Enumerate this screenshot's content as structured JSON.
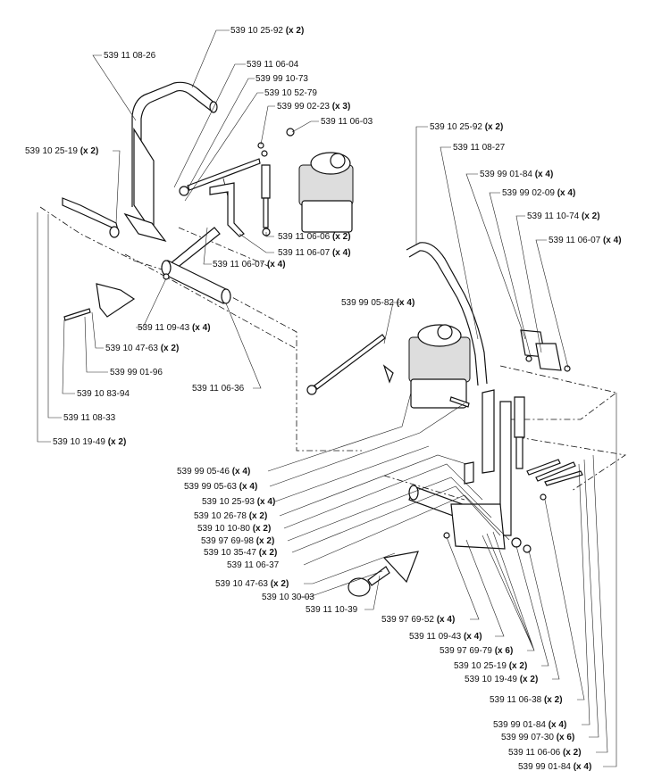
{
  "labels": [
    {
      "part": "539 10 25-92",
      "qty": "(x 2)"
    },
    {
      "part": "539 11 08-26",
      "qty": ""
    },
    {
      "part": "539 11 06-04",
      "qty": ""
    },
    {
      "part": "539 99 10-73",
      "qty": ""
    },
    {
      "part": "539 10 52-79",
      "qty": ""
    },
    {
      "part": "539 99 02-23",
      "qty": "(x 3)"
    },
    {
      "part": "539 11 06-03",
      "qty": ""
    },
    {
      "part": "539 10 25-19",
      "qty": "(x 2)"
    },
    {
      "part": "539 11 06-06",
      "qty": "(x 2)"
    },
    {
      "part": "539 11 06-07",
      "qty": "(x 4)"
    },
    {
      "part": "539 11 06-07",
      "qty": "(x 4)"
    },
    {
      "part": "539 11 09-43",
      "qty": "(x 4)"
    },
    {
      "part": "539 10 47-63",
      "qty": "(x 2)"
    },
    {
      "part": "539 99 01-96",
      "qty": ""
    },
    {
      "part": "539 10 83-94",
      "qty": ""
    },
    {
      "part": "539 11 08-33",
      "qty": ""
    },
    {
      "part": "539 10 19-49",
      "qty": "(x 2)"
    },
    {
      "part": "539 11 06-36",
      "qty": ""
    },
    {
      "part": "539 10 25-92",
      "qty": "(x 2)"
    },
    {
      "part": "539 11 08-27",
      "qty": ""
    },
    {
      "part": "539 99 01-84",
      "qty": "(x 4)"
    },
    {
      "part": "539 99 02-09",
      "qty": "(x 4)"
    },
    {
      "part": "539 11 10-74",
      "qty": "(x 2)"
    },
    {
      "part": "539 11 06-07",
      "qty": "(x 4)"
    },
    {
      "part": "539 99 05-82",
      "qty": "(x 4)"
    },
    {
      "part": "539 99 05-46",
      "qty": "(x 4)"
    },
    {
      "part": "539 99 05-63",
      "qty": "(x 4)"
    },
    {
      "part": "539 10 25-93",
      "qty": "(x 4)"
    },
    {
      "part": "539 10 26-78",
      "qty": "(x 2)"
    },
    {
      "part": "539 10 10-80",
      "qty": "(x 2)"
    },
    {
      "part": "539 97 69-98",
      "qty": "(x 2)"
    },
    {
      "part": "539 10 35-47",
      "qty": "(x 2)"
    },
    {
      "part": "539 11 06-37",
      "qty": ""
    },
    {
      "part": "539 10 47-63",
      "qty": "(x 2)"
    },
    {
      "part": "539 10 30-03",
      "qty": ""
    },
    {
      "part": "539 11 10-39",
      "qty": ""
    },
    {
      "part": "539 97 69-52",
      "qty": "(x 4)"
    },
    {
      "part": "539 11 09-43",
      "qty": "(x 4)"
    },
    {
      "part": "539 97 69-79",
      "qty": "(x 6)"
    },
    {
      "part": "539 10 25-19",
      "qty": "(x 2)"
    },
    {
      "part": "539 10 19-49",
      "qty": "(x 2)"
    },
    {
      "part": "539 11 06-38",
      "qty": "(x 2)"
    },
    {
      "part": "539 99 01-84",
      "qty": "(x 4)"
    },
    {
      "part": "539 99 07-30",
      "qty": "(x 6)"
    },
    {
      "part": "539 11 06-06",
      "qty": "(x 2)"
    },
    {
      "part": "539 99 01-84",
      "qty": "(x 4)"
    }
  ]
}
